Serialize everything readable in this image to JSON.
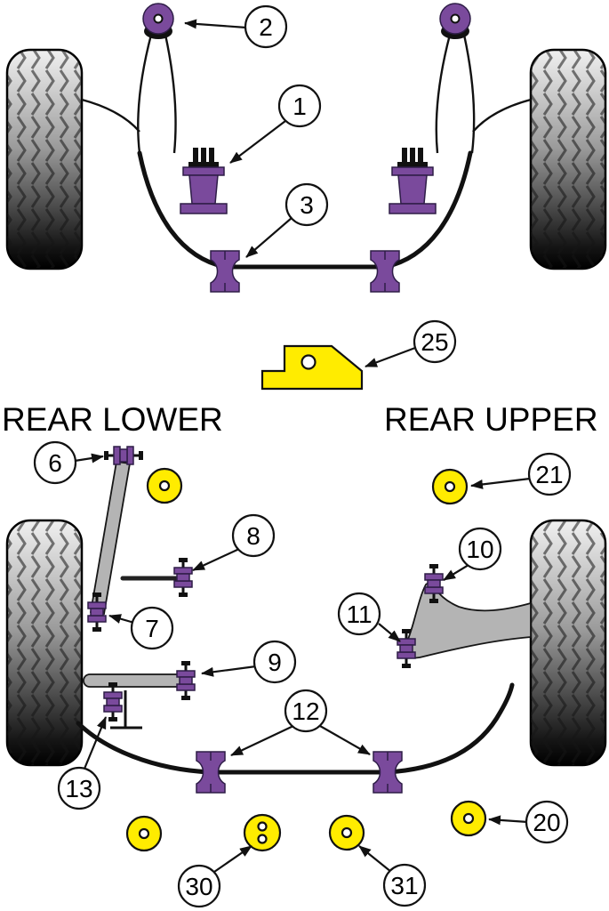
{
  "diagram": {
    "section_labels": {
      "rear_lower": "REAR LOWER",
      "rear_upper": "REAR UPPER"
    }
  },
  "callouts": {
    "c1": "1",
    "c2": "2",
    "c3": "3",
    "c25": "25",
    "c6": "6",
    "c7": "7",
    "c8": "8",
    "c9": "9",
    "c10": "10",
    "c11": "11",
    "c12": "12",
    "c13": "13",
    "c20": "20",
    "c21": "21",
    "c30": "30",
    "c31": "31"
  },
  "colors": {
    "bushing_purple": "#7a4a9c",
    "bushing_purple_dark": "#2e1d47",
    "washer_yellow": "#ffec00",
    "line_black": "#111111",
    "metal_gray": "#b4b4b4",
    "background": "#ffffff"
  }
}
